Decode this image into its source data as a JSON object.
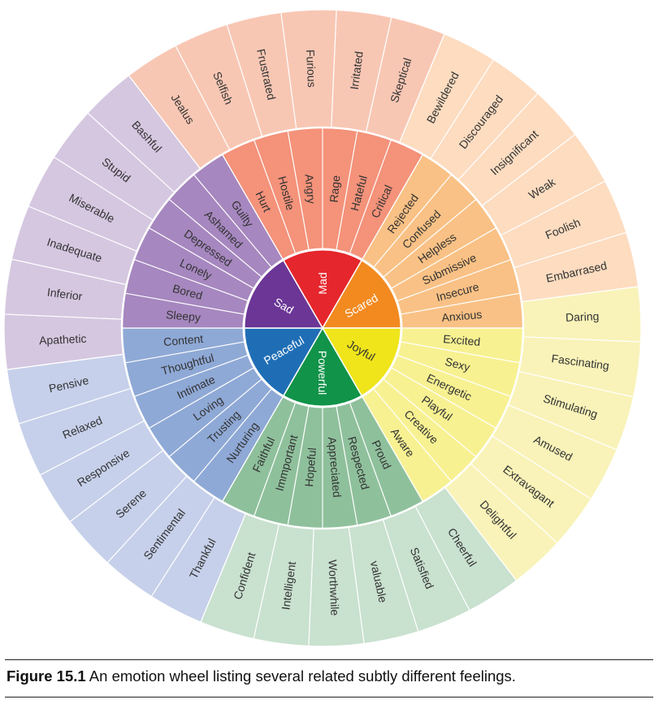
{
  "wheel": {
    "categories": [
      {
        "name": "Mad",
        "core_color": "#e5262c",
        "mid_color": "#f4927a",
        "outer_color": "#f8c7b4",
        "mid": [
          "Hurt",
          "Hostile",
          "Angry",
          "Rage",
          "Hateful",
          "Critical"
        ],
        "outer": [
          "Jealus",
          "Selfish",
          "Frustrated",
          "Furious",
          "Irritated",
          "Skeptical"
        ]
      },
      {
        "name": "Scared",
        "core_color": "#f28a20",
        "mid_color": "#f9c185",
        "outer_color": "#fddcc0",
        "mid": [
          "Rejected",
          "Confused",
          "Helpless",
          "Submissive",
          "Insecure",
          "Anxious"
        ],
        "outer": [
          "Bewildered",
          "Discouraged",
          "Insignificant",
          "Weak",
          "Foolish",
          "Embarrased"
        ]
      },
      {
        "name": "Joyful",
        "core_color": "#efe51a",
        "mid_color": "#f7f192",
        "outer_color": "#f9f3b9",
        "mid": [
          "Excited",
          "Sexy",
          "Energetic",
          "Playful",
          "Creative",
          "Aware"
        ],
        "outer": [
          "Daring",
          "Fascinating",
          "Stimulating",
          "Amused",
          "Extravagant",
          "Delightful"
        ]
      },
      {
        "name": "Powerful",
        "core_color": "#119349",
        "mid_color": "#8fc09c",
        "outer_color": "#c9e1cf",
        "mid": [
          "Proud",
          "Respected",
          "Appreciated",
          "Hopeful",
          "Immportant",
          "Faithful"
        ],
        "outer": [
          "Cheerful",
          "Satisfied",
          "valuable",
          "Worthwhile",
          "Intelligent",
          "Confident"
        ]
      },
      {
        "name": "Peaceful",
        "core_color": "#1f6eb5",
        "mid_color": "#8fa9d6",
        "outer_color": "#c6d0ea",
        "mid": [
          "Nurturing",
          "Trusting",
          "Loving",
          "Intimate",
          "Thoughtful",
          "Content"
        ],
        "outer": [
          "Thankful",
          "Sentimental",
          "Serene",
          "Responsive",
          "Relaxed",
          "Pensive"
        ]
      },
      {
        "name": "Sad",
        "core_color": "#6b3696",
        "mid_color": "#a687bf",
        "outer_color": "#d5c7e0",
        "mid": [
          "Sleepy",
          "Bored",
          "Lonely",
          "Depressed",
          "Ashamed",
          "Guilty"
        ],
        "outer": [
          "Apathetic",
          "Inferior",
          "Inadequate",
          "Miserable",
          "Stupid",
          "Bashful"
        ]
      }
    ]
  },
  "caption": {
    "label": "Figure 15.1",
    "text": " An emotion wheel listing several related subtly different feelings."
  }
}
